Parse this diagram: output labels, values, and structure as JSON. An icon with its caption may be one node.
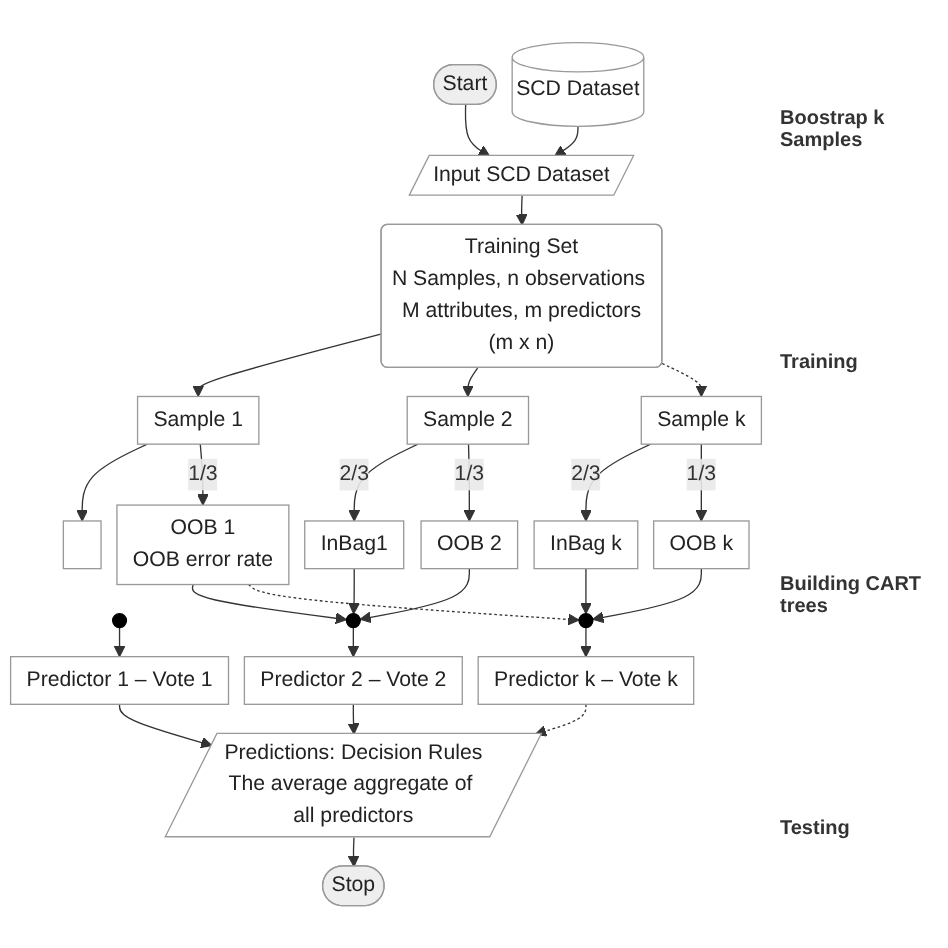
{
  "diagram": {
    "nodes": [
      {
        "text": [
          "Start"
        ]
      },
      {
        "text": [
          "SCD Dataset"
        ]
      },
      {
        "text": [
          "Input SCD Dataset"
        ]
      },
      {
        "text": [
          "Training Set",
          "N Samples, n observations M attributes, m predictors",
          "(m x n)"
        ]
      },
      {
        "text": [
          "Sample 1"
        ]
      },
      {
        "text": [],
        "shape": "box"
      },
      {
        "text": [
          "OOB 1",
          "OOB error rate"
        ]
      },
      {
        "text": [
          "Sample 2"
        ]
      },
      {
        "text": [
          "InBag1"
        ]
      },
      {
        "text": [
          "OOB 2"
        ]
      },
      {
        "text": [
          "Sample k"
        ]
      },
      {
        "text": [
          "InBag k"
        ]
      },
      {
        "text": [
          "OOB k"
        ]
      },
      {
        "text": [],
        "shape": "circle"
      },
      {
        "text": [],
        "shape": "circle"
      },
      {
        "text": [],
        "shape": "circle"
      },
      {
        "text": [
          "Predictor 1 – Vote 1"
        ]
      },
      {
        "text": [
          "Predictor 2 – Vote 2"
        ]
      },
      {
        "text": [
          "Predictor k – Vote k"
        ]
      },
      {
        "text": [
          "Predictions: Decision Rules",
          "The average aggregate of all predictors"
        ]
      },
      {
        "text": [
          "Stop"
        ]
      }
    ],
    "edges": [
      {
        "from": 0,
        "to": 2,
        "arrow": "to"
      },
      {
        "from": 1,
        "to": 2,
        "arrow": "to"
      },
      {
        "from": 2,
        "to": 3,
        "arrow": "to"
      },
      {
        "from": 3,
        "to": 4,
        "arrow": "to"
      },
      {
        "from": 3,
        "to": 7,
        "arrow": "to"
      },
      {
        "from": 3,
        "to": 10,
        "arrow": "to",
        "style": "dashed"
      },
      {
        "from": 4,
        "to": 5,
        "arrow": "to"
      },
      {
        "from": 4,
        "to": 6,
        "arrow": "to",
        "label": "1/3"
      },
      {
        "from": 7,
        "to": 8,
        "arrow": "to",
        "label": "2/3"
      },
      {
        "from": 7,
        "to": 9,
        "arrow": "to",
        "label": "1/3"
      },
      {
        "from": 10,
        "to": 11,
        "arrow": "to",
        "label": "2/3"
      },
      {
        "from": 10,
        "to": 12,
        "arrow": "to",
        "label": "1/3"
      },
      {
        "from": 8,
        "to": 14,
        "arrow": "to"
      },
      {
        "from": 9,
        "to": 14,
        "arrow": "to"
      },
      {
        "from": 11,
        "to": 15,
        "arrow": "to"
      },
      {
        "from": 12,
        "to": 15,
        "arrow": "to"
      },
      {
        "from": 6,
        "to": 14,
        "arrow": "to"
      },
      {
        "from": 6,
        "to": 15,
        "arrow": "to",
        "style": "dashed"
      },
      {
        "from": 13,
        "to": 16,
        "arrow": "to"
      },
      {
        "from": 14,
        "to": 17,
        "arrow": "to"
      },
      {
        "from": 15,
        "to": 18,
        "arrow": "to"
      },
      {
        "from": 16,
        "to": 19,
        "arrow": "to"
      },
      {
        "from": 17,
        "to": 19,
        "arrow": "to"
      },
      {
        "from": 18,
        "to": 19,
        "arrow": "to",
        "style": "dashed"
      },
      {
        "from": 19,
        "to": 20,
        "arrow": "to"
      }
    ],
    "labels": [
      "Boostrap k Samples",
      "Training",
      "Building CART trees",
      "Testing"
    ]
  }
}
